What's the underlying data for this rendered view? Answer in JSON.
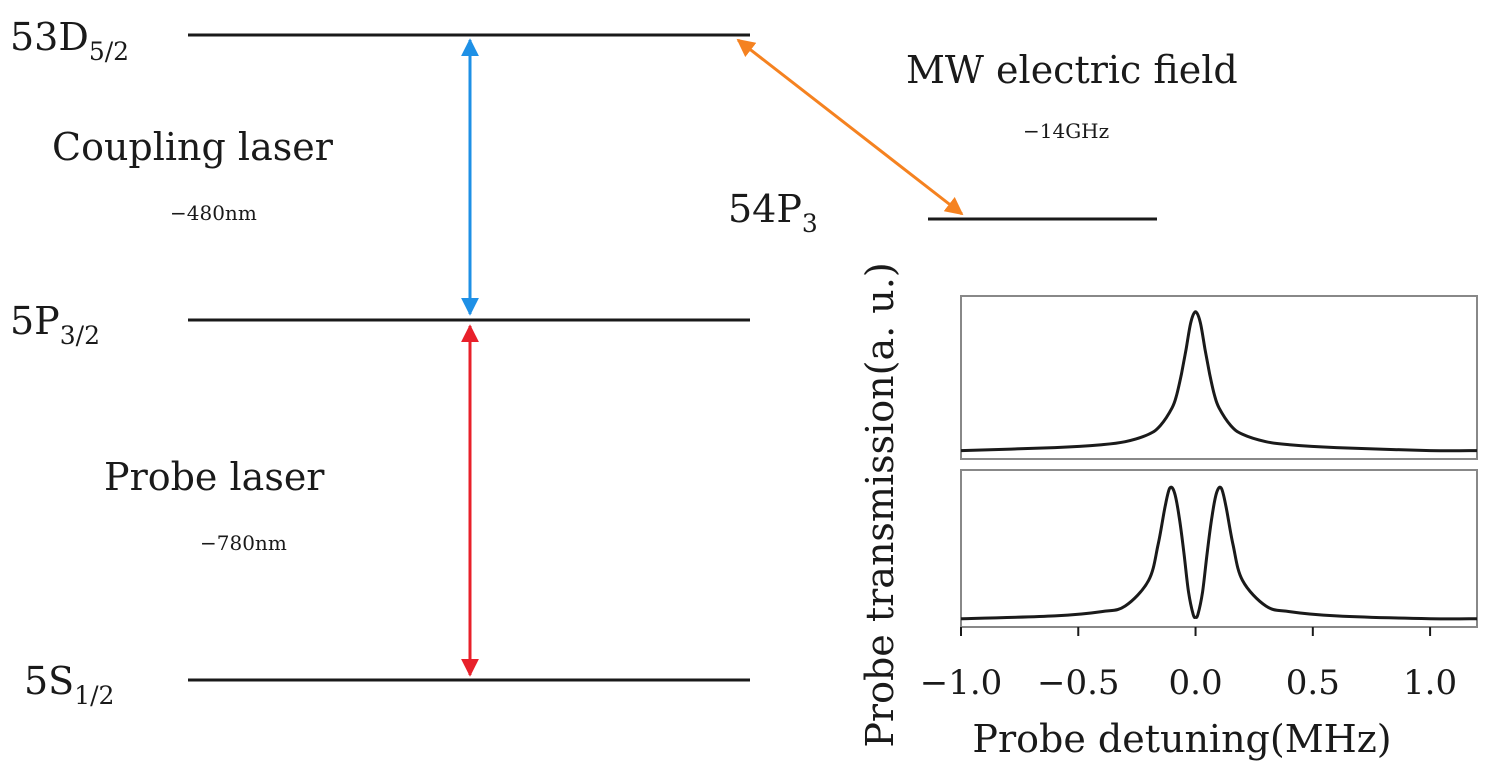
{
  "levels": {
    "d53": {
      "main": "53D",
      "sub": "5/2"
    },
    "p5": {
      "main": "5P",
      "sub": "3/2"
    },
    "s5": {
      "main": "5S",
      "sub": "1/2"
    },
    "p54": {
      "main": "54P",
      "sub": "3"
    }
  },
  "transitions": {
    "coupling": {
      "label": "Coupling laser",
      "wavelength": "−480nm",
      "color": "#1e90e6"
    },
    "probe": {
      "label": "Probe laser",
      "wavelength": "−780nm",
      "color": "#e8202a"
    },
    "mw": {
      "label": "MW electric field",
      "frequency": "−14GHz",
      "color": "#f58220"
    }
  },
  "chart_data": {
    "type": "line",
    "xlabel": "Probe detuning(MHz)",
    "ylabel": "Probe transmission(a. u.)",
    "xlim": [
      -1.0,
      1.2
    ],
    "xticks": [
      "−1.0",
      "−0.5",
      "0.0",
      "0.5",
      "1.0"
    ],
    "xtick_values": [
      -1.0,
      -0.5,
      0.0,
      0.5,
      1.0
    ],
    "grid": false,
    "panels": [
      {
        "ylim": [
          0,
          1.05
        ],
        "x": [
          -1.0,
          -0.6,
          -0.4,
          -0.3,
          -0.2,
          -0.15,
          -0.1,
          -0.08,
          -0.06,
          -0.04,
          -0.02,
          0.0,
          0.02,
          0.04,
          0.06,
          0.08,
          0.1,
          0.15,
          0.2,
          0.3,
          0.4,
          0.6,
          1.0,
          1.2
        ],
        "y": [
          0.03,
          0.05,
          0.07,
          0.09,
          0.14,
          0.2,
          0.32,
          0.41,
          0.55,
          0.72,
          0.9,
          0.97,
          0.9,
          0.72,
          0.55,
          0.41,
          0.32,
          0.2,
          0.14,
          0.09,
          0.07,
          0.05,
          0.03,
          0.03
        ]
      },
      {
        "ylim": [
          0,
          1.05
        ],
        "x": [
          -1.0,
          -0.6,
          -0.4,
          -0.3,
          -0.2,
          -0.16,
          -0.13,
          -0.11,
          -0.09,
          -0.07,
          -0.05,
          -0.03,
          -0.01,
          0.0,
          0.01,
          0.03,
          0.05,
          0.07,
          0.09,
          0.11,
          0.13,
          0.16,
          0.2,
          0.3,
          0.4,
          0.6,
          1.0,
          1.2
        ],
        "y": [
          0.03,
          0.05,
          0.08,
          0.12,
          0.3,
          0.55,
          0.82,
          0.95,
          0.92,
          0.75,
          0.5,
          0.22,
          0.06,
          0.04,
          0.06,
          0.22,
          0.5,
          0.75,
          0.92,
          0.95,
          0.82,
          0.55,
          0.3,
          0.12,
          0.08,
          0.05,
          0.03,
          0.03
        ]
      }
    ]
  }
}
